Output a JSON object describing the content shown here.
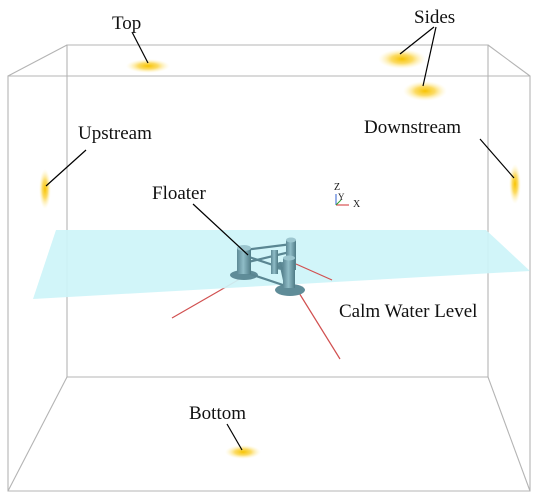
{
  "labels": {
    "top": "Top",
    "sides": "Sides",
    "upstream": "Upstream",
    "downstream": "Downstream",
    "floater": "Floater",
    "calm_water_level": "Calm Water Level",
    "bottom": "Bottom"
  },
  "axis_triad": {
    "z": "Z",
    "y": "Y",
    "x": "X"
  },
  "colors": {
    "box_edge": "#b4b4b4",
    "water": "#cdf4f8",
    "floater": "#6b9aa6",
    "mooring": "#d15050",
    "boundary_glow": "#f7c300",
    "leader_line": "#000000"
  }
}
